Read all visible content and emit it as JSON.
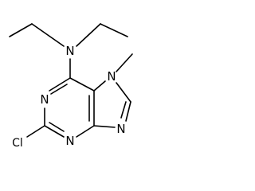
{
  "molecule": {
    "labels": {
      "n_amine": "N",
      "n_ring_top_right": "N",
      "n_ring_left": "N",
      "n_ring_bottom": "N",
      "n_imidazole": "N",
      "chlorine": "Cl"
    },
    "bond_color": "#000000",
    "background": "#ffffff"
  }
}
